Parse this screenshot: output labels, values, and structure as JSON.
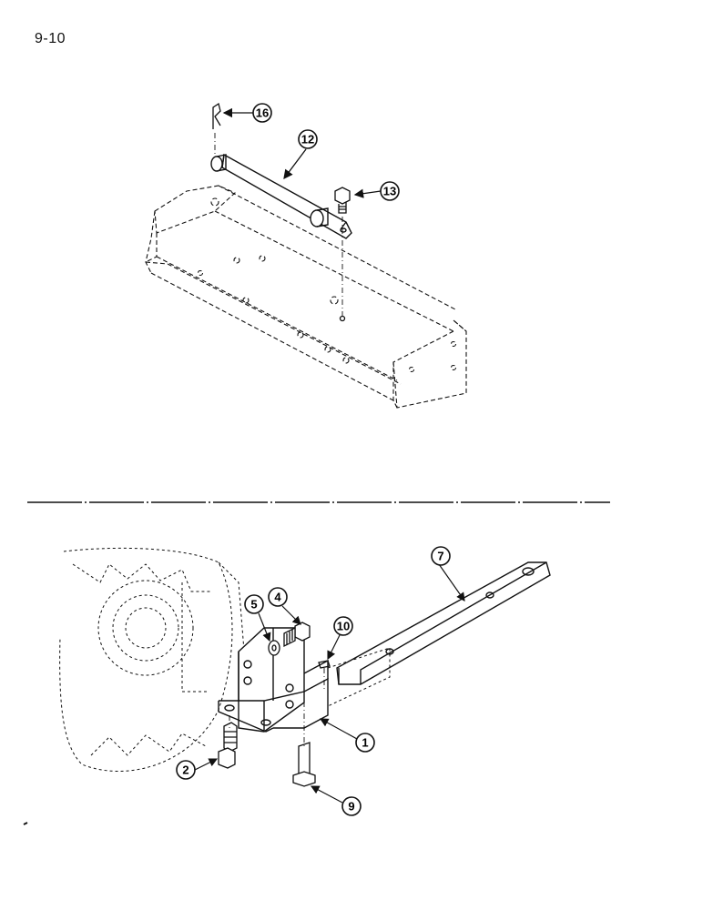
{
  "page": {
    "number": "9-10"
  },
  "callouts": {
    "c16": "16",
    "c12": "12",
    "c13": "13",
    "c7": "7",
    "c5": "5",
    "c4": "4",
    "c10": "10",
    "c1": "1",
    "c2": "2",
    "c9": "9"
  },
  "colors": {
    "ink": "#111111",
    "paper": "#ffffff"
  }
}
